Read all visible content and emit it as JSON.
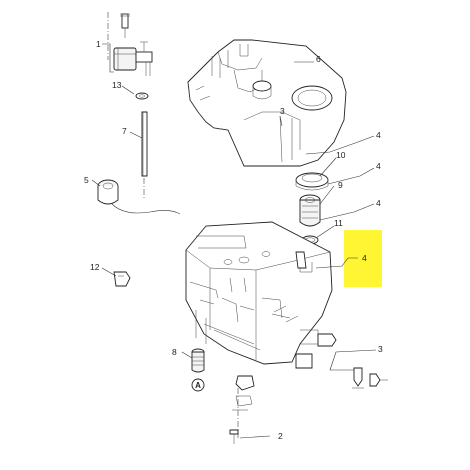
{
  "diagram": {
    "callouts": [
      {
        "id": "c1",
        "text": "1"
      },
      {
        "id": "c13",
        "text": "13"
      },
      {
        "id": "c7",
        "text": "7"
      },
      {
        "id": "c6",
        "text": "6"
      },
      {
        "id": "c3a",
        "text": "3"
      },
      {
        "id": "c4a",
        "text": "4"
      },
      {
        "id": "c10",
        "text": "10"
      },
      {
        "id": "c4b",
        "text": "4"
      },
      {
        "id": "c9",
        "text": "9"
      },
      {
        "id": "c4c",
        "text": "4"
      },
      {
        "id": "c5",
        "text": "5"
      },
      {
        "id": "c11",
        "text": "11"
      },
      {
        "id": "c4d",
        "text": "4"
      },
      {
        "id": "c12",
        "text": "12"
      },
      {
        "id": "c8",
        "text": "8"
      },
      {
        "id": "c3b",
        "text": "3"
      },
      {
        "id": "c2",
        "text": "2"
      }
    ],
    "marker_label": "A",
    "highlight_color": "#fff200"
  }
}
